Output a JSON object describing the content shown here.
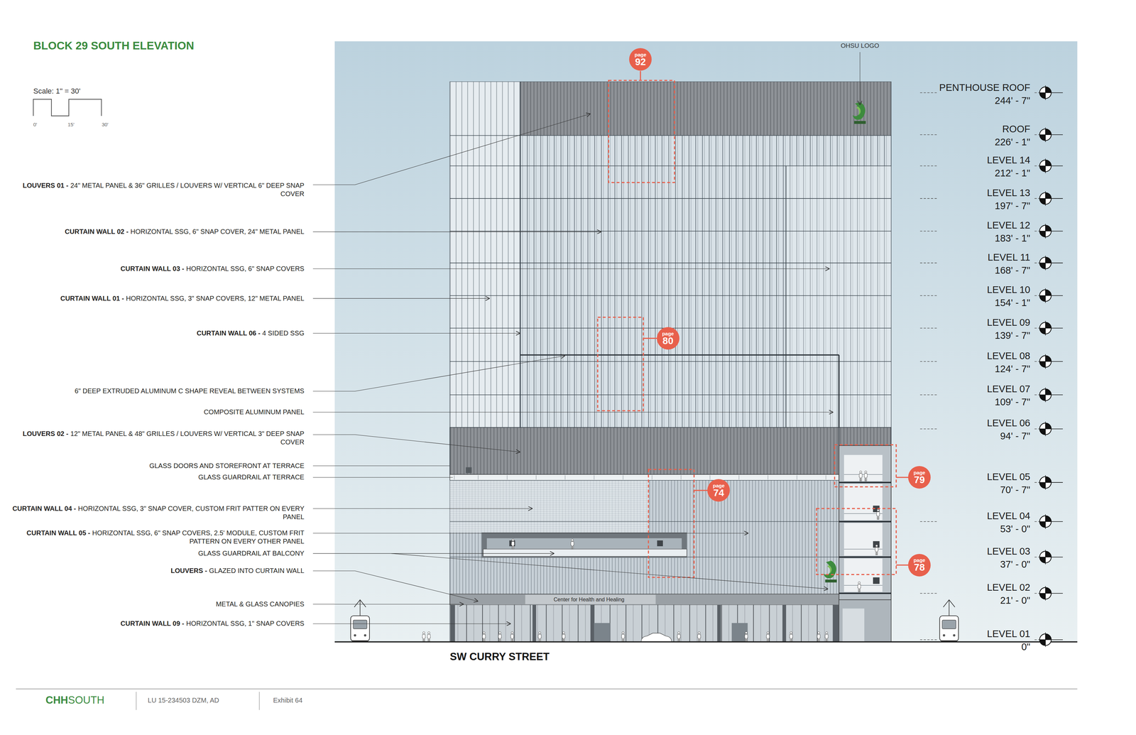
{
  "diagram": {
    "title": "BLOCK 29 SOUTH ELEVATION",
    "nodes": [
      {
        "text": [
          "page",
          "92"
        ]
      },
      {
        "text": [
          "page",
          "80"
        ]
      },
      {
        "text": [
          "page",
          "79"
        ]
      },
      {
        "text": [
          "page",
          "74"
        ]
      },
      {
        "text": [
          "page",
          "78"
        ]
      }
    ],
    "labels": [
      "Scale: 1\" = 30'",
      "0'",
      "15'",
      "30'",
      "OHSU LOGO",
      "LOUVERS 01 -",
      "24\" METAL PANEL & 36\" GRILLES / LOUVERS W/ VERTICAL 6\" DEEP SNAP COVER",
      "CURTAIN WALL 02 -",
      "HORIZONTAL SSG, 6\" SNAP COVER, 24\" METAL PANEL",
      "CURTAIN WALL 03 -",
      "HORIZONTAL SSG, 6\" SNAP COVERS",
      "CURTAIN WALL 01 -",
      "HORIZONTAL SSG, 3\" SNAP COVERS, 12\" METAL PANEL",
      "CURTAIN WALL 06 -",
      "4 SIDED SSG",
      "6\" DEEP EXTRUDED ALUMINUM C SHAPE REVEAL BETWEEN SYSTEMS",
      "COMPOSITE ALUMINUM PANEL",
      "LOUVERS 02 -",
      "12\" METAL PANEL & 48\" GRILLES / LOUVERS W/ VERTICAL 3\" DEEP SNAP COVER",
      "GLASS DOORS AND STOREFRONT AT TERRACE",
      "GLASS GUARDRAIL AT TERRACE",
      "CURTAIN WALL 04 -",
      "HORIZONTAL SSG, 3\" SNAP COVER, CUSTOM FRIT PATTER ON EVERY PANEL",
      "CURTAIN WALL 05 -",
      "HORIZONTAL SSG, 6\" SNAP COVERS, 2.5' MODULE, CUSTOM FRIT PATTERN ON EVERY OTHER PANEL",
      "GLASS GUARDRAIL AT BALCONY",
      "LOUVERS -",
      "GLAZED INTO CURTAIN WALL",
      "METAL & GLASS CANOPIES",
      "CURTAIN WALL 09 -",
      "HORIZONTAL SSG, 1\" SNAP COVERS",
      "PENTHOUSE ROOF",
      "244' - 7\"",
      "ROOF",
      "226' - 1\"",
      "LEVEL 14",
      "212' - 1\"",
      "LEVEL 13",
      "197' - 7\"",
      "LEVEL 12",
      "183' - 1\"",
      "LEVEL 11",
      "168' - 7\"",
      "LEVEL 10",
      "154' - 1\"",
      "LEVEL 09",
      "139' - 7\"",
      "LEVEL 08",
      "124' - 7\"",
      "LEVEL 07",
      "109' - 7\"",
      "LEVEL 06",
      "94' - 7\"",
      "LEVEL 05",
      "70' - 7\"",
      "LEVEL 04",
      "53' - 0\"",
      "LEVEL 03",
      "37' - 0\"",
      "LEVEL 02",
      "21' - 0\"",
      "LEVEL 01",
      "0\"",
      "Center for Health and Healing",
      "SW CURRY STREET",
      "CHH",
      "SOUTH",
      "LU 15-234503 DZM, AD",
      "Exhibit 64"
    ]
  }
}
